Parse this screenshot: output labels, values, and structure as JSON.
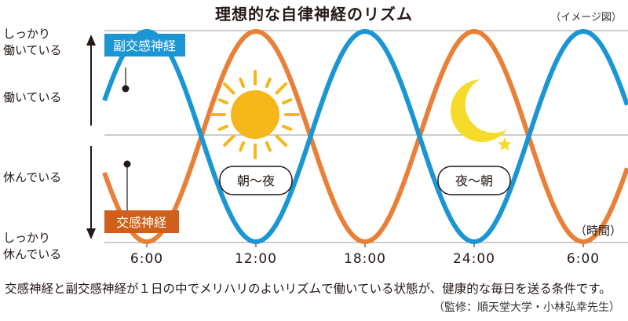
{
  "title": "理想的な自律神経のリズム",
  "note": "（イメージ図）",
  "y_states": {
    "top": [
      "しっかり",
      "働いている"
    ],
    "upper": "働いている",
    "lower": "休んでいる",
    "bottom": [
      "しっかり",
      "休んでいる"
    ]
  },
  "x_unit": "（時間）",
  "x_ticks": [
    "6:00",
    "12:00",
    "18:00",
    "24:00",
    "6:00"
  ],
  "legend": {
    "parasympathetic": "副交感神経",
    "sympathetic": "交感神経"
  },
  "badges": {
    "day": "朝〜夜",
    "night": "夜〜朝"
  },
  "icons": [
    "sun-icon",
    "moon-icon",
    "star-icon"
  ],
  "colors": {
    "parasympathetic": "#1a96d4",
    "sympathetic": "#ea7f37",
    "sun": "#f5b719",
    "moon": "#f7db2b"
  },
  "caption": "交感神経と副交感神経が１日の中でメリハリのよいリズムで働いている状態が、健康的な毎日を送る条件です。",
  "supervisor": "（監修：順天堂大学・小林弘幸先生）"
}
